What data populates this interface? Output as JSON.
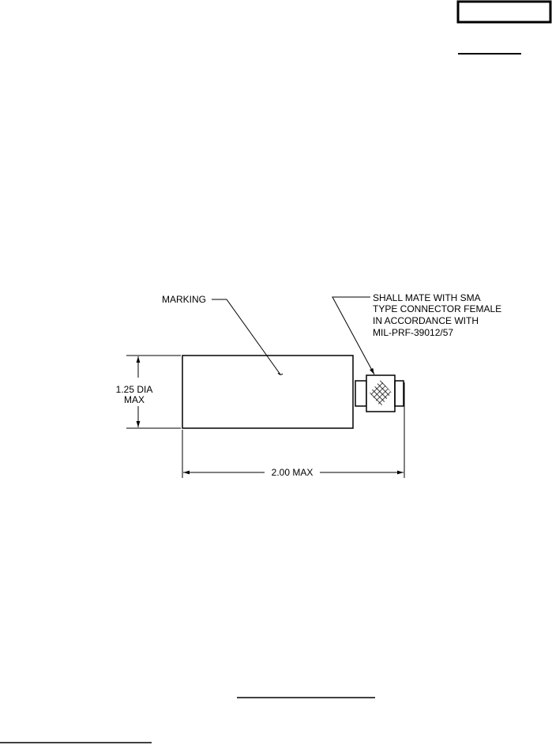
{
  "drawing": {
    "marking_label": "MARKING",
    "connector_note": [
      "SHALL MATE WITH SMA",
      "TYPE CONNECTOR FEMALE",
      "IN ACCORDANCE WITH",
      "MIL-PRF-39012/57"
    ],
    "diameter_label": [
      "1.25 DIA",
      "MAX"
    ],
    "length_label": "2.00 MAX"
  }
}
